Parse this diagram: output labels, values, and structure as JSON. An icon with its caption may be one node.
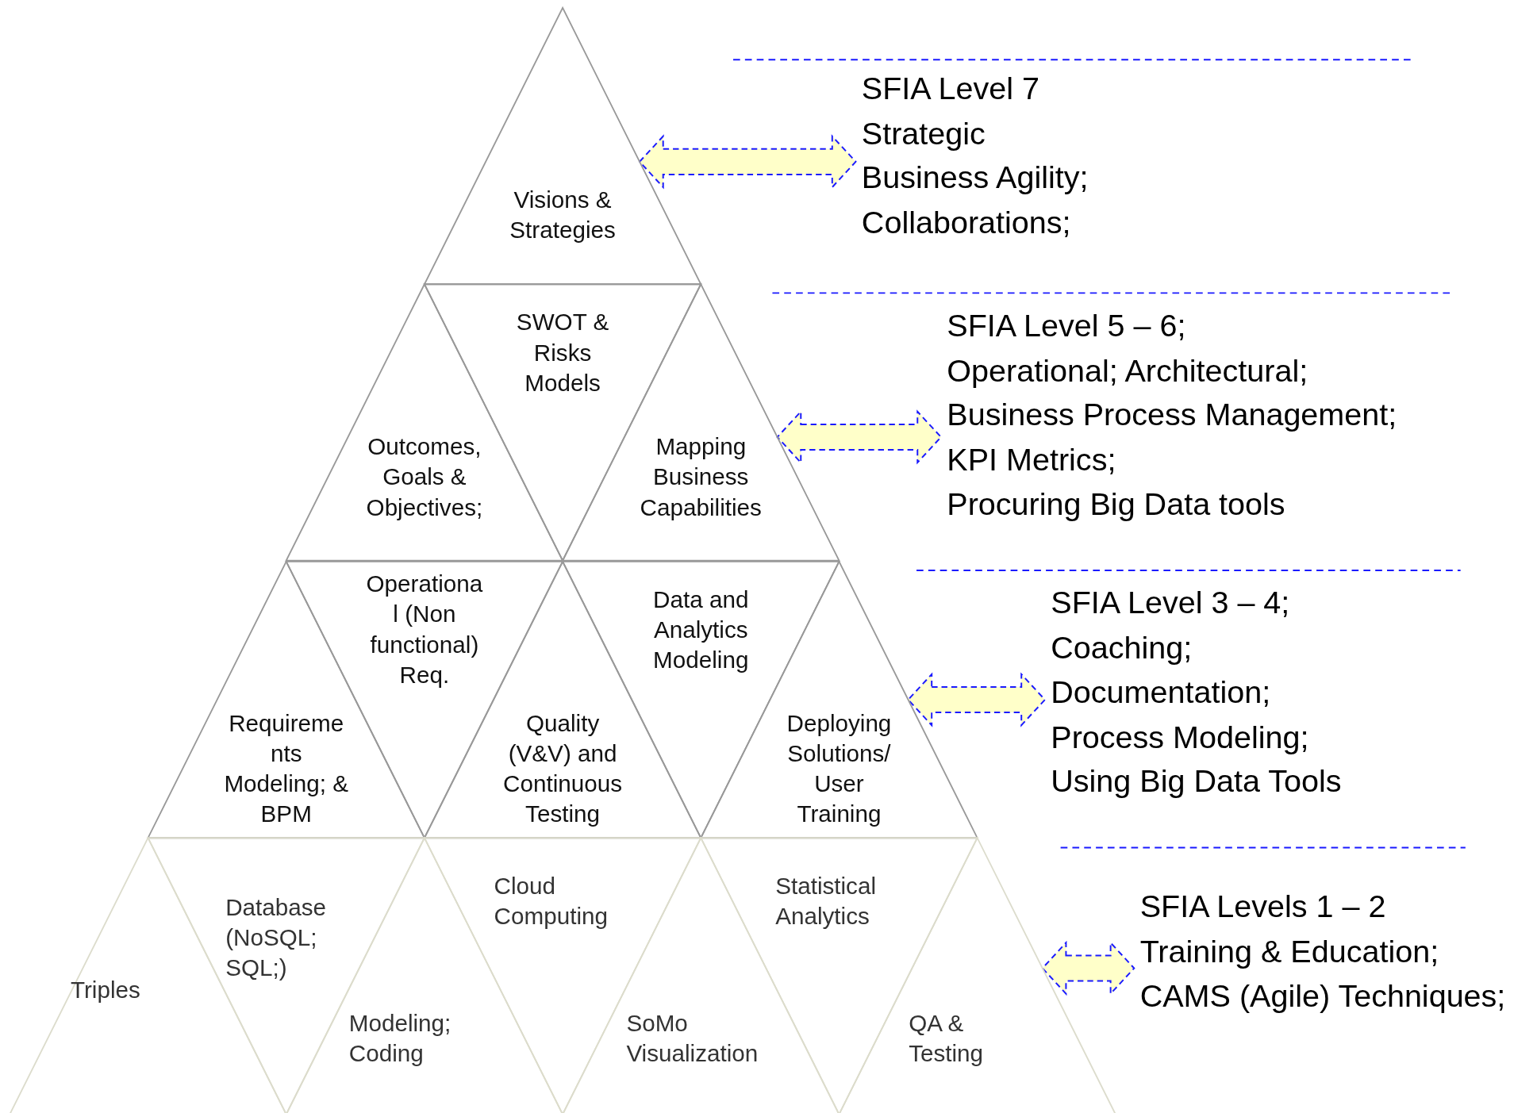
{
  "diagram": {
    "nodes": [
      {
        "text": [
          "Visions & Strategies"
        ]
      },
      {
        "text": [
          "Outcomes, Goals & Objectives;"
        ]
      },
      {
        "text": [
          "SWOT & Risks Models"
        ]
      },
      {
        "text": [
          "Mapping Business Capabilities"
        ]
      },
      {
        "text": [
          "Requirements Modeling; & BPM"
        ]
      },
      {
        "text": [
          "Operational (Non functional) Req."
        ]
      },
      {
        "text": [
          "Quality (V&V) and Continuous Testing"
        ]
      },
      {
        "text": [
          "Data and Analytics Modeling"
        ]
      },
      {
        "text": [
          "Deploying Solutions/ User Training"
        ]
      },
      {
        "text": [
          "Triples"
        ]
      },
      {
        "text": [
          "Database (NoSQL; SQL;)"
        ]
      },
      {
        "text": [
          "Modeling; Coding"
        ]
      },
      {
        "text": [
          "Cloud Computing"
        ]
      },
      {
        "text": [
          "SoMo Visualization"
        ]
      },
      {
        "text": [
          "Statistical Analytics"
        ]
      },
      {
        "text": [
          "QA & Testing"
        ]
      },
      {
        "text": [
          "SFIA Level 7",
          "Strategic",
          "Business Agility;",
          "Collaborations;"
        ]
      },
      {
        "text": [
          "SFIA Level 5 – 6;",
          "Operational; Architectural;",
          "Business Process Management;",
          "KPI Metrics;",
          "Procuring Big Data tools"
        ]
      },
      {
        "text": [
          "SFIA Level 3 – 4;",
          "Coaching;",
          "Documentation;",
          "Process Modeling;",
          "Using Big Data Tools"
        ]
      },
      {
        "text": [
          "SFIA Levels 1 – 2",
          "Training & Education;",
          "CAMS (Agile) Techniques;"
        ]
      }
    ],
    "edges": [
      {
        "from": 0,
        "to": 16,
        "arrow": "both",
        "style": "dashed"
      },
      {
        "from": 3,
        "to": 17,
        "arrow": "both",
        "style": "dashed"
      },
      {
        "from": 8,
        "to": 18,
        "arrow": "both",
        "style": "dashed"
      },
      {
        "from": 15,
        "to": 19,
        "arrow": "both",
        "style": "dashed"
      }
    ]
  }
}
